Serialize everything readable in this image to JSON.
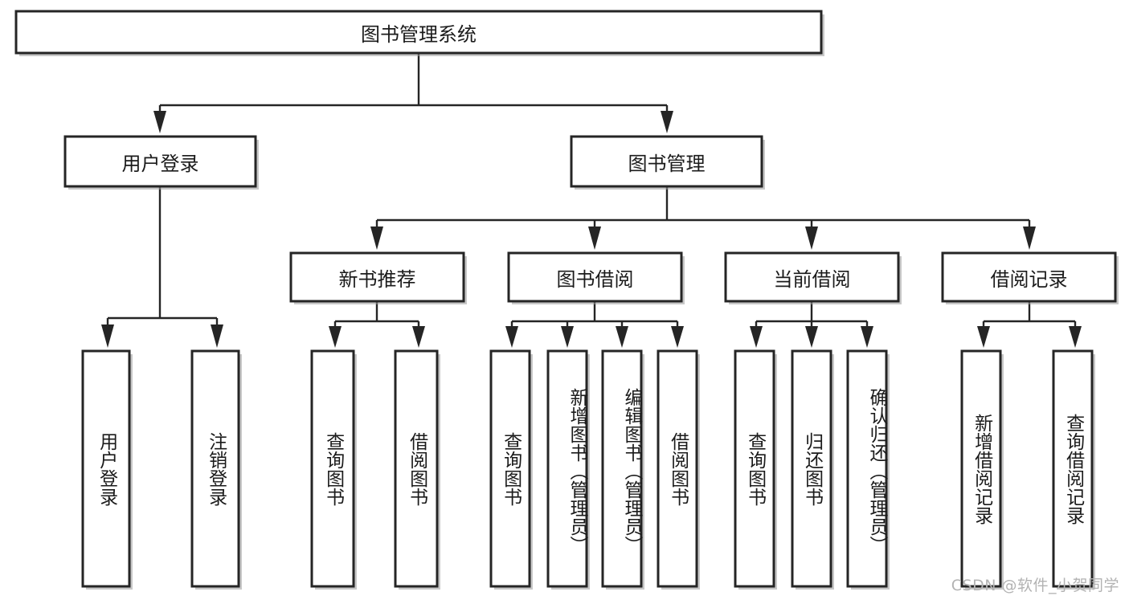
{
  "diagram": {
    "type": "tree",
    "title": "图书管理系统",
    "watermark": "CSDN @软件_小贺同学",
    "colors": {
      "stroke": "#252525",
      "fill": "#ffffff",
      "text": "#1b1b1b",
      "shadow": "#9a9a9a",
      "watermark": "#b3b3b3"
    },
    "root": {
      "label": "图书管理系统"
    },
    "level2": [
      {
        "label": "用户登录"
      },
      {
        "label": "图书管理"
      }
    ],
    "level3": [
      {
        "label": "新书推荐"
      },
      {
        "label": "图书借阅"
      },
      {
        "label": "当前借阅"
      },
      {
        "label": "借阅记录"
      }
    ],
    "leaves": {
      "user_login": [
        {
          "label": "用户登录"
        },
        {
          "label": "注销登录"
        }
      ],
      "new_book": [
        {
          "label": "查询图书"
        },
        {
          "label": "借阅图书"
        }
      ],
      "book_borrow": [
        {
          "label": "查询图书"
        },
        {
          "label": "新增图书（管理员）"
        },
        {
          "label": "编辑图书（管理员）"
        },
        {
          "label": "借阅图书"
        }
      ],
      "current_borrow": [
        {
          "label": "查询图书"
        },
        {
          "label": "归还图书"
        },
        {
          "label": "确认归还（管理员）"
        }
      ],
      "borrow_record": [
        {
          "label": "新增借阅记录"
        },
        {
          "label": "查询借阅记录"
        }
      ]
    }
  }
}
